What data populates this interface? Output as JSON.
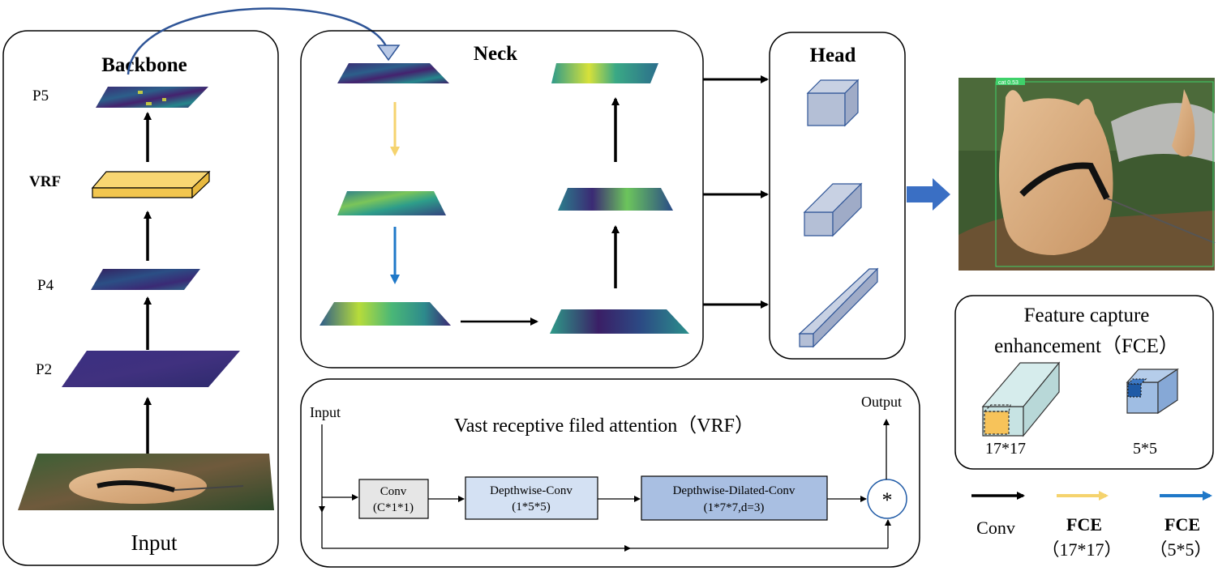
{
  "backbone": {
    "title": "Backbone",
    "labels": {
      "p5": "P5",
      "vrf": "VRF",
      "p4": "P4",
      "p2": "P2",
      "input": "Input"
    }
  },
  "neck": {
    "title": "Neck"
  },
  "head": {
    "title": "Head"
  },
  "detection": {
    "label": "cat 0.53"
  },
  "vrf_module": {
    "title": "Vast receptive filed attention（VRF）",
    "input_label": "Input",
    "output_label": "Output",
    "multiply_symbol": "*",
    "blocks": [
      {
        "line1": "Conv",
        "line2": "(C*1*1)"
      },
      {
        "line1": "Depthwise-Conv",
        "line2": "(1*5*5)"
      },
      {
        "line1": "Depthwise-Dilated-Conv",
        "line2": "(1*7*7,d=3)"
      }
    ]
  },
  "fce_box": {
    "title_line1": "Feature capture",
    "title_line2": "enhancement（FCE）",
    "large_label": "17*17",
    "small_label": "5*5"
  },
  "legend": {
    "conv": "Conv",
    "fce_large_title": "FCE",
    "fce_large_sub": "（17*17）",
    "fce_small_title": "FCE",
    "fce_small_sub": "（5*5）"
  },
  "colors": {
    "vrf_block": "#f8d672",
    "yellow_arrow": "#f5d36e",
    "blue_arrow": "#1f78c8",
    "big_arrow": "#3a6fc4",
    "curve_arrow": "#2f5597",
    "conv_block": "#e6e6e6",
    "dwconv_block": "#d4e1f3",
    "dilated_block": "#a9bfe2",
    "cube": "#b4bfd6"
  }
}
